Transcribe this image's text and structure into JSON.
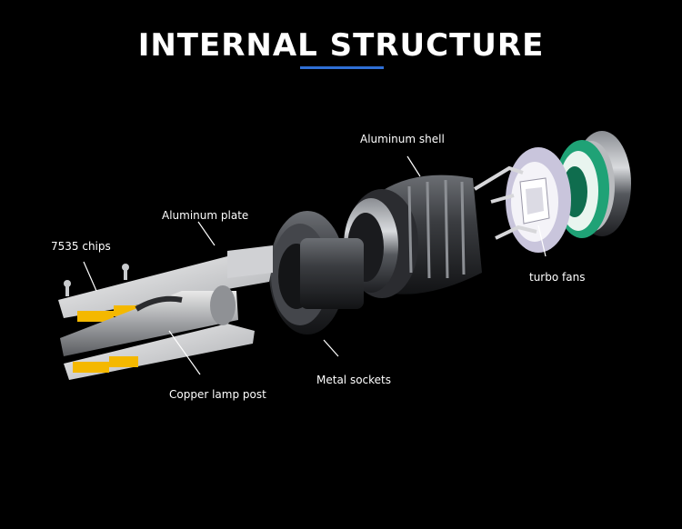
{
  "title": "INTERNAL STRUCTURE",
  "accent_color": "#2f6fd6",
  "labels": {
    "aluminum_shell": "Aluminum shell",
    "aluminum_plate": "Aluminum plate",
    "chips": "7535 chips",
    "turbo_fans": "turbo fans",
    "metal_sockets": "Metal sockets",
    "copper_lamp_post": "Copper lamp post"
  }
}
